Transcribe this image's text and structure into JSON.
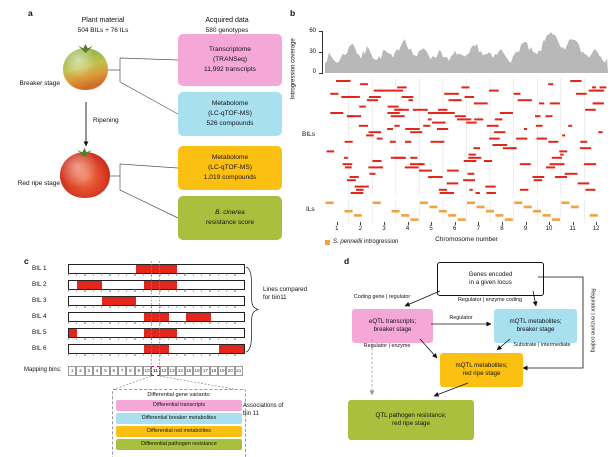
{
  "panels": {
    "a": "a",
    "b": "b",
    "c": "c",
    "d": "d"
  },
  "colors": {
    "pink": "#f5a8d8",
    "blue": "#a8e0ef",
    "yellow": "#fcc012",
    "green": "#a9bf3d",
    "introgression_red": "#e2261c",
    "il_orange": "#f0a143",
    "coverage_gray": "#b8b8b8"
  },
  "panel_a": {
    "plant_material_header": "Plant material",
    "plant_material_sub": "504 BILs + 76 ILs",
    "acquired_data_header": "Acquired data",
    "acquired_data_sub": "580 genotypes",
    "breaker_label": "Breaker stage",
    "ripe_label": "Red ripe stage",
    "ripening_label": "Ripening",
    "boxes": [
      {
        "line1": "Transcriptome",
        "line2": "(TRANSeq)",
        "line3": "11,992 transcripts",
        "color": "pink"
      },
      {
        "line1": "Metabolome",
        "line2": "(LC-qTOF-MS)",
        "line3": "526 compounds",
        "color": "blue"
      },
      {
        "line1": "Metabolome",
        "line2": "(LC-qTOF-MS)",
        "line3": "1,019 compounds",
        "color": "yellow"
      },
      {
        "line1": "B. cinerea",
        "line2": "resistance score",
        "color": "green"
      }
    ]
  },
  "chart_data": {
    "type": "area",
    "ylabel": "Introgression coverage",
    "yticks": [
      0,
      30,
      60
    ],
    "ylim": [
      0,
      60
    ],
    "xlabel": "Chromosome number",
    "xticks": [
      "1",
      "2",
      "3",
      "4",
      "5",
      "6",
      "7",
      "8",
      "9",
      "10",
      "11",
      "12"
    ],
    "rows": [
      "BILs",
      "ILs"
    ],
    "legend": {
      "italic": "S. pennellii",
      "rest": " introgression",
      "color": "il_orange"
    },
    "coverage_values": [
      18,
      25,
      20,
      15,
      22,
      28,
      35,
      45,
      30,
      22,
      30,
      38,
      25,
      18,
      24,
      32,
      26,
      20,
      30,
      42,
      50,
      38,
      28,
      24,
      30,
      36,
      28,
      20,
      26,
      34,
      22,
      16,
      24,
      30,
      26,
      18,
      26,
      34,
      40,
      32,
      24,
      28,
      20,
      26,
      32,
      28,
      22,
      18,
      28,
      38,
      44,
      36,
      30,
      24,
      32,
      44,
      58,
      60,
      48,
      36,
      30,
      40,
      52,
      44,
      34,
      28,
      24,
      30,
      36,
      28,
      20,
      16
    ]
  },
  "panel_c": {
    "lines": [
      {
        "label": "BIL 1",
        "segments": [
          [
            9,
            13
          ]
        ]
      },
      {
        "label": "BIL 2",
        "segments": [
          [
            2,
            4
          ],
          [
            10,
            13
          ]
        ]
      },
      {
        "label": "BIL 3",
        "segments": [
          [
            5,
            8
          ]
        ]
      },
      {
        "label": "BIL 4",
        "segments": [
          [
            10,
            12
          ],
          [
            15,
            17
          ]
        ]
      },
      {
        "label": "BIL 5",
        "segments": [
          [
            1,
            1
          ],
          [
            10,
            13
          ]
        ]
      },
      {
        "label": "BIL 6",
        "segments": [
          [
            10,
            12
          ],
          [
            19,
            21
          ]
        ]
      }
    ],
    "compare_note_line1": "Lines compared",
    "compare_note_line2": "for bin11",
    "mapping_bins_label": "Mapping bins:",
    "bins": [
      "1",
      "2",
      "3",
      "4",
      "5",
      "6",
      "7",
      "8",
      "9",
      "10",
      "11",
      "12",
      "13",
      "14",
      "15",
      "16",
      "17",
      "18",
      "19",
      "20",
      "21"
    ],
    "highlight_bin": 11,
    "diff_header": "Differential gene variants:",
    "diff_rows": [
      {
        "label": "Differential transcripts",
        "color": "pink"
      },
      {
        "label": "Differential breaker metabolites",
        "color": "blue"
      },
      {
        "label": "Differential red metabolites",
        "color": "yellow"
      },
      {
        "label": "Differential pathogen resistance",
        "color": "green"
      }
    ],
    "associations_note_line1": "Associations of",
    "associations_note_line2": "bin 11"
  },
  "panel_d": {
    "top_box_line1": "Genes encoded",
    "top_box_line2": "in a given locus",
    "eqtl_line1": "eQTL transcripts;",
    "eqtl_line2": "breaker stage",
    "mqtl_breaker_line1": "mQTL metabolites;",
    "mqtl_breaker_line2": "breaker stage",
    "mqtl_red_line1": "mQTL metabolites;",
    "mqtl_red_line2": "red ripe stage",
    "qtl_line1": "QTL pathogen resistance;",
    "qtl_line2": "red ripe stage",
    "labels": {
      "coding_gene_regulator": "Coding gene | regulator",
      "regulator_enzyme_coding": "Regulator | enzyme coding",
      "regulator": "Regulator",
      "regulator_enzyme": "Regulator | enzyme",
      "substrate_intermediate": "Substrate | intermediate",
      "right_side": "Regulator | enzyme coding"
    }
  }
}
